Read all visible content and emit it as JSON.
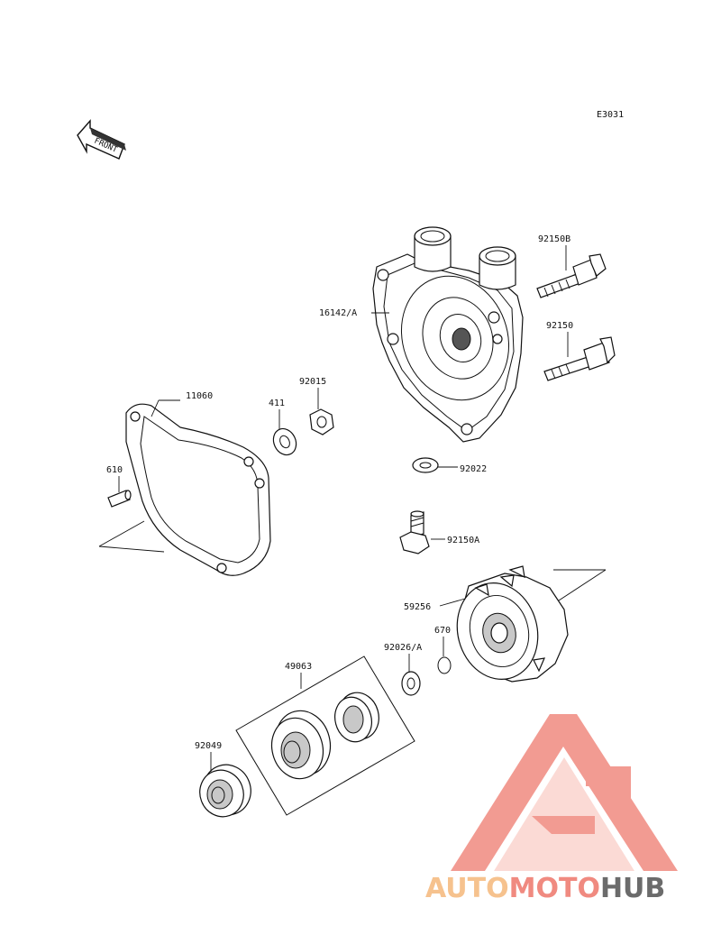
{
  "diagram_code": "E3031",
  "front_arrow_label": "FRONT",
  "parts": {
    "water_pump_cover": "16142/A",
    "bolt_b": "92150B",
    "bolt": "92150",
    "gasket": "11060",
    "washer": "411",
    "nut": "92015",
    "dowel_pin": "610",
    "washer_92022": "92022",
    "bolt_a": "92150A",
    "impeller": "59256",
    "o_ring": "670",
    "washer_92026": "92026/A",
    "mechanical_seal": "49063",
    "oil_seal": "92049"
  },
  "watermark": {
    "part1": "AUTO",
    "part2": "MOTO",
    "part3": "HUB",
    "color_red": "#f08a80",
    "color_orange": "#f6c28e",
    "color_gray": "#6b6b6b"
  }
}
